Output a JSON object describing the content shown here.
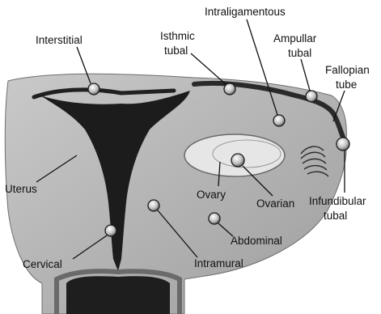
{
  "labels": {
    "interstitial": "Interstitial",
    "isthmic_line1": "Isthmic",
    "isthmic_line2": "tubal",
    "intraligamentous": "Intraligamentous",
    "ampullar_line1": "Ampullar",
    "ampullar_line2": "tubal",
    "fallopian_line1": "Fallopian",
    "fallopian_line2": "tube",
    "uterus": "Uterus",
    "ovary": "Ovary",
    "ovarian": "Ovarian",
    "infundibular_line1": "Infundibular",
    "infundibular_line2": "tubal",
    "abdominal": "Abdominal",
    "cervical": "Cervical",
    "intramural": "Intramural"
  },
  "colors": {
    "tissue": "#b8b8b8",
    "tissue_dark": "#8a8a8a",
    "cavity": "#1c1c1c",
    "ovary": "#e6e6e6",
    "leader": "#111111",
    "site_marker": "#dcdcdc"
  }
}
